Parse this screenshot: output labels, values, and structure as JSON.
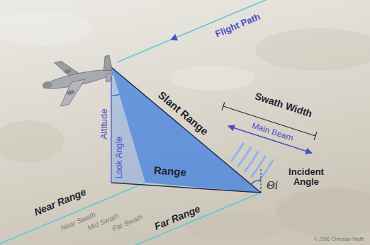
{
  "diagram": {
    "labels": [
      "Flight Path",
      "Altitude",
      "Look Angle",
      "Slant Range",
      "Range",
      "Swath Width",
      "Main Beam",
      "Θi",
      "Incident Angle",
      "Near Range",
      "Near Swath",
      "Mid Swath",
      "Far Swath",
      "Far Range",
      "© 2000 Christian Wolff"
    ]
  }
}
